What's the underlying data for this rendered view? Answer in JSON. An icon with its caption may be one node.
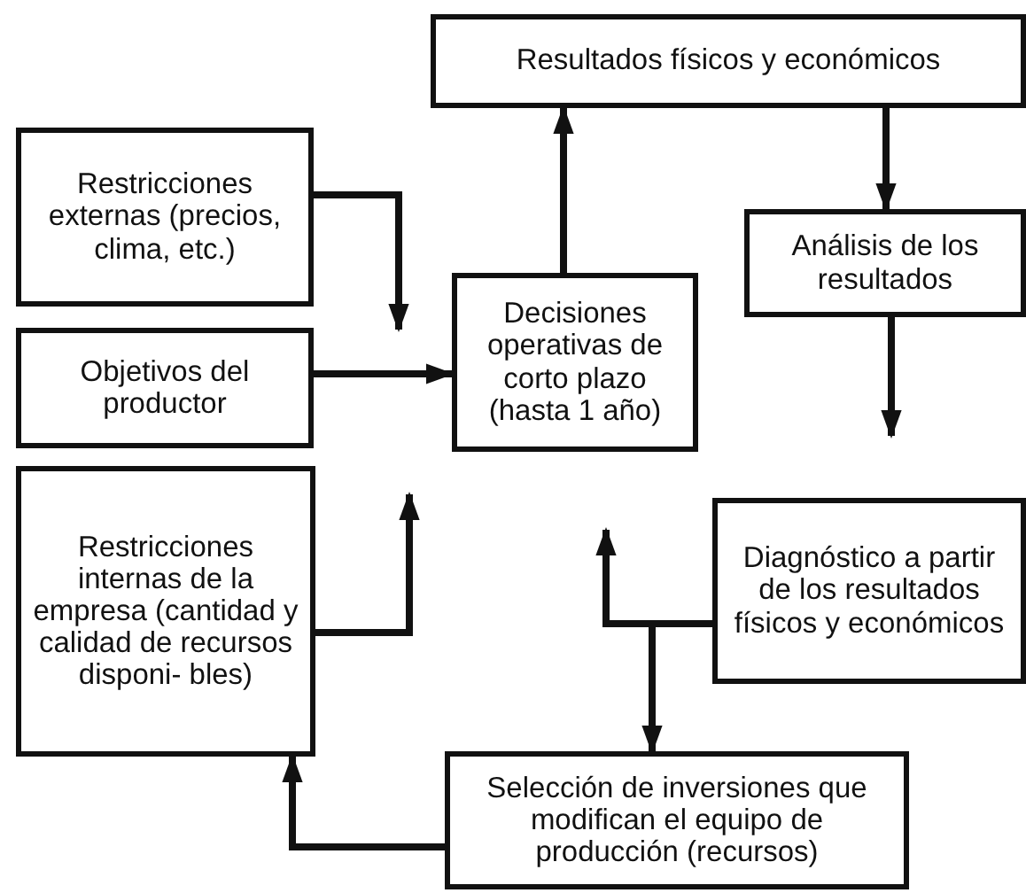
{
  "diagram": {
    "nodes": [
      {
        "text": [
          "Resultados físicos y económicos"
        ]
      },
      {
        "text": [
          "Restricciones externas (precios, clima, etc.)"
        ]
      },
      {
        "text": [
          "Análisis de los resultados"
        ]
      },
      {
        "text": [
          "Objetivos del productor"
        ]
      },
      {
        "text": [
          "Decisiones operativas de corto plazo (hasta 1 año)"
        ]
      },
      {
        "text": [
          "Restricciones internas de la empresa (cantidad y calidad de recursos disponi- bles)"
        ]
      },
      {
        "text": [
          "Diagnóstico a partir de los resultados físicos y económicos"
        ]
      },
      {
        "text": [
          "Selección de inversiones que modifican el equipo de producción (recursos)"
        ]
      }
    ],
    "edges": [
      {
        "from": 1,
        "to": 4,
        "arrow": "to"
      },
      {
        "from": 3,
        "to": 4,
        "arrow": "to"
      },
      {
        "from": 4,
        "to": 0,
        "arrow": "to"
      },
      {
        "from": 0,
        "to": 2,
        "arrow": "to"
      },
      {
        "from": 2,
        "to": null,
        "arrow": "to"
      },
      {
        "from": 5,
        "to": 4,
        "arrow": "to"
      },
      {
        "from": 6,
        "to": null,
        "arrow": "to"
      },
      {
        "from": 6,
        "to": 7,
        "arrow": "to"
      },
      {
        "from": 7,
        "to": 5,
        "arrow": "to"
      }
    ]
  }
}
